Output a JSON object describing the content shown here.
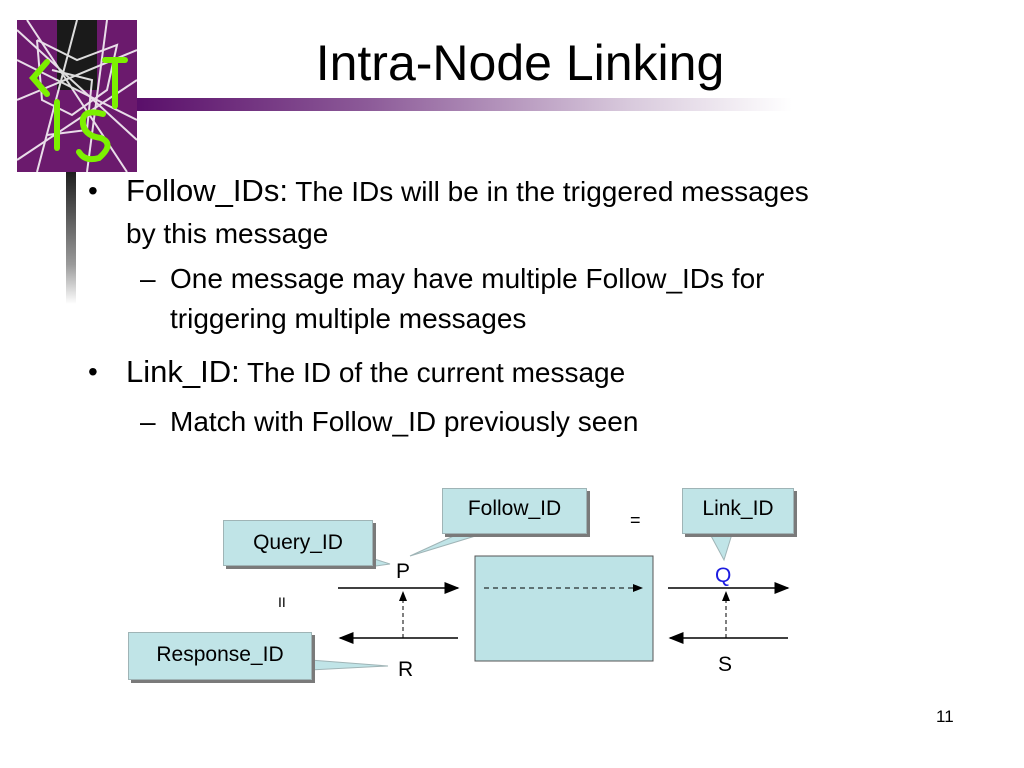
{
  "slide": {
    "title": "Intra-Node Linking",
    "page_number": "11"
  },
  "logo": {
    "icon": "ist-web-logo",
    "colors": {
      "background": "#6b1a6d",
      "lines": "#ffffff",
      "letters": "#7cf000"
    },
    "letters": "IST"
  },
  "bullets": [
    {
      "lead": "Follow_IDs:",
      "text_line1": " The IDs will be in the triggered messages",
      "text_line2": "by this message",
      "sub": {
        "line1": "One message may have multiple Follow_IDs for",
        "line2": "triggering multiple messages"
      }
    },
    {
      "lead": "Link_ID:",
      "text_line1": " The ID of the current message",
      "sub": {
        "line1": "Match with Follow_ID previously seen"
      }
    }
  ],
  "bullet_symbol": "•",
  "dash_symbol": "–",
  "diagram": {
    "callouts": {
      "query_id": "Query_ID",
      "follow_id": "Follow_ID",
      "link_id": "Link_ID",
      "response_id": "Response_ID"
    },
    "labels": {
      "p": "P",
      "r": "R",
      "q": "Q",
      "s": "S"
    },
    "equals_top": "=",
    "equals_left": "II",
    "colors": {
      "callout_fill": "#c0e4e7",
      "box_fill": "#bde3e6",
      "q_label": "#1c1ce0"
    }
  }
}
